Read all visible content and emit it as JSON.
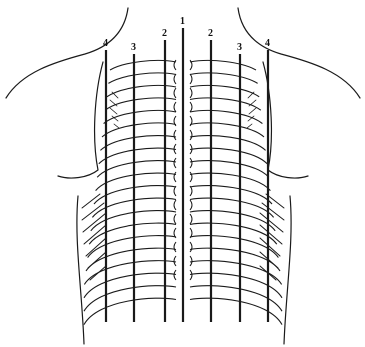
{
  "diagram": {
    "lines": [
      {
        "label": "4",
        "side": "left"
      },
      {
        "label": "3",
        "side": "left"
      },
      {
        "label": "2",
        "side": "left"
      },
      {
        "label": "1",
        "side": "midline"
      },
      {
        "label": "2",
        "side": "right"
      },
      {
        "label": "3",
        "side": "right"
      },
      {
        "label": "4",
        "side": "right"
      }
    ],
    "colors": {
      "ink": "#1a1a1a",
      "background": "#ffffff"
    }
  }
}
